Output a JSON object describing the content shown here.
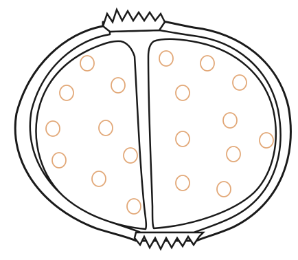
{
  "diagram": {
    "subject": "fruit-cross-section",
    "locules": 2,
    "seeds_per_locule": [
      9,
      10
    ],
    "colors": {
      "background": "#ffffff",
      "outline": "#1a1a1a",
      "seed": "#e2a878"
    }
  }
}
